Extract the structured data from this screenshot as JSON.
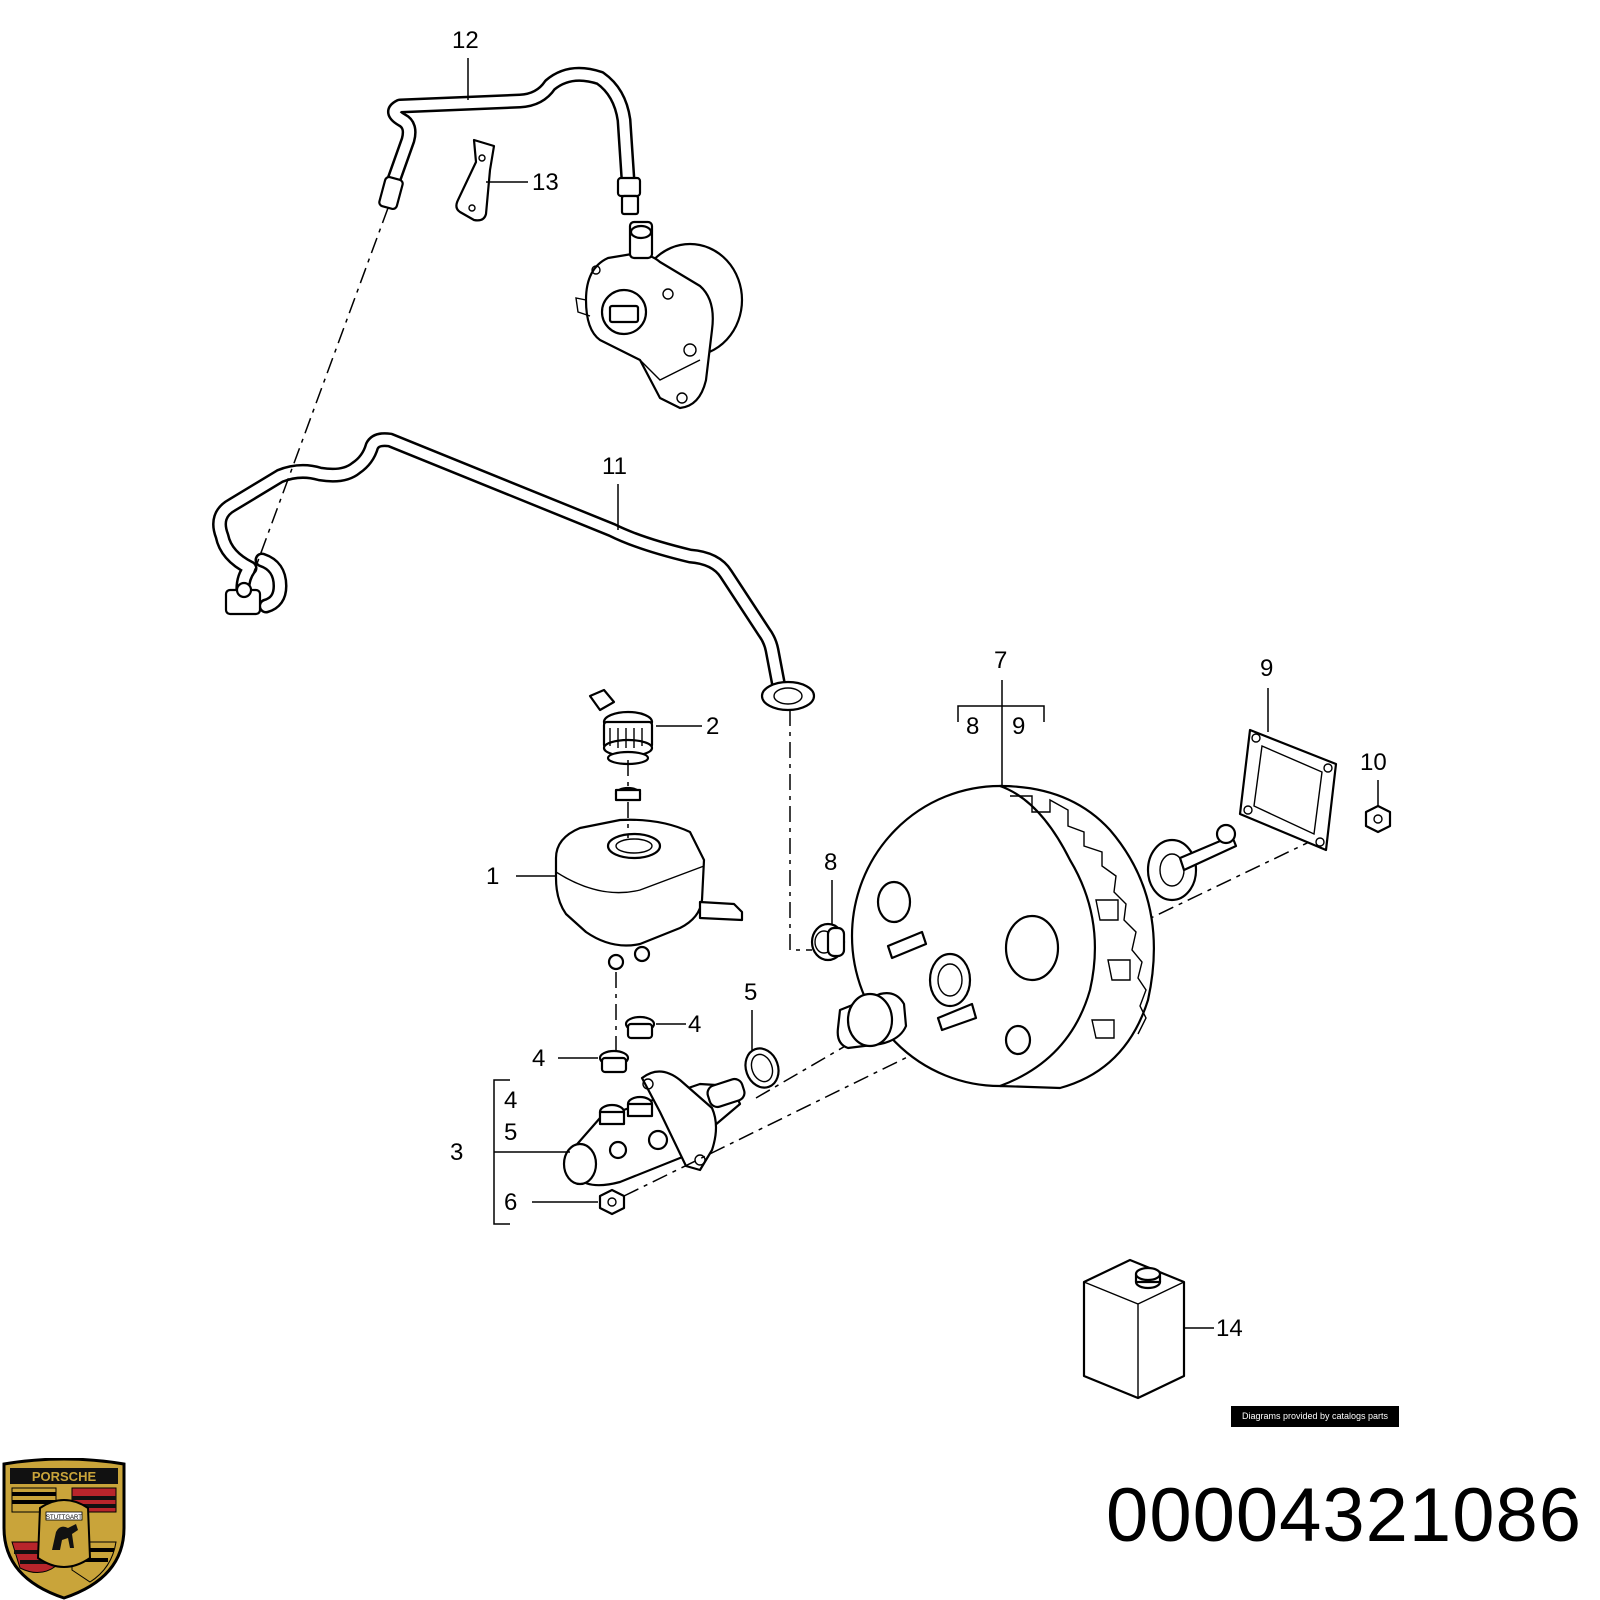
{
  "diagram": {
    "callouts": {
      "c1": "1",
      "c2": "2",
      "c3": "3",
      "c4a": "4",
      "c4b": "4",
      "c4c": "4",
      "c5a": "5",
      "c5b": "5",
      "c6": "6",
      "c7": "7",
      "c8a": "8",
      "c8b": "8",
      "c9a": "9",
      "c9b": "9",
      "c10": "10",
      "c11": "11",
      "c12": "12",
      "c13": "13",
      "c14": "14"
    },
    "credit": "Diagrams provided by catalogs parts"
  },
  "part_number": "00004321086",
  "logo": {
    "brand": "PORSCHE",
    "city": "STUTTGART",
    "colors": {
      "gold": "#c9a43a",
      "red": "#b8252b",
      "black": "#111111"
    }
  }
}
